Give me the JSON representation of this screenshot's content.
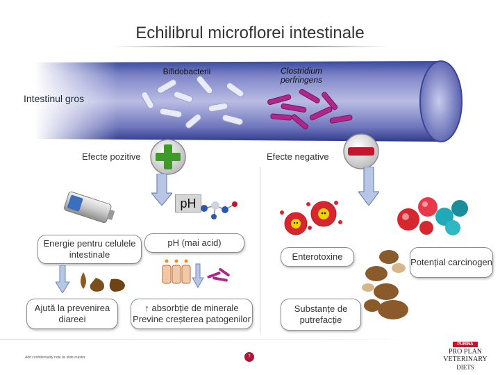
{
  "title": "Echilibrul microflorei intestinale",
  "tube": {
    "left_label": "Bifidobacterii",
    "right_label": "Clostridium perfringens",
    "side_label": "Intestinul gros"
  },
  "effects": {
    "positive_label": "Efecte pozitive",
    "negative_label": "Efecte negative",
    "positive_icon": "plus-badge-icon",
    "negative_icon": "minus-badge-icon",
    "positive_color": "#3f9a2b",
    "negative_color": "#c0162e"
  },
  "positive": {
    "ph_label": "pH",
    "energy": "Energie pentru celulele intestinale",
    "ph_acid": "pH (mai acid)",
    "diarrhea": "Ajută la prevenirea diareei",
    "absorption": "↑ absorbție de minerale Previne creșterea patogenilor"
  },
  "negative": {
    "enterotoxins": "Enterotoxine",
    "carcinogen": "Potențial carcinogen",
    "putrefaction": "Substanțe de putrefacție"
  },
  "footer": {
    "note": "Add confidentiality note as slide master",
    "page": "7",
    "logo_brand": "PURINA",
    "logo_line1": "PRO PLAN",
    "logo_line2": "VETERINARY",
    "logo_line3": "DIETS"
  }
}
